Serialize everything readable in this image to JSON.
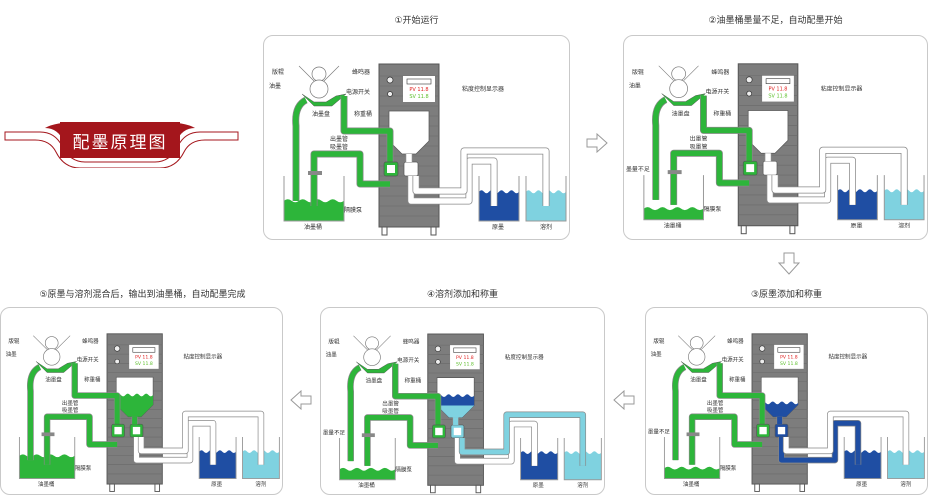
{
  "banner": {
    "title": "配墨原理图",
    "color": "#a4161c"
  },
  "colors": {
    "ink_green": "#2db53a",
    "raw_ink_blue": "#1f4ea3",
    "solvent_cyan": "#7fd2e0",
    "cabinet_gray": "#7d7d7d",
    "pv_red": "#e02020",
    "sv_green": "#5cbf2a"
  },
  "labels": {
    "plate_roller": "版辊",
    "ink": "油墨",
    "ink_tray": "油墨盘",
    "buzzer": "蜂鸣器",
    "power_switch": "电源开关",
    "viscosity_display": "粘度控制显示器",
    "weighing_bucket": "称重桶",
    "outlet_pipe": "出墨管",
    "suction_pipe": "吸墨管",
    "ink_low": "墨量不足",
    "diaphragm_pump": "隔膜泵",
    "ink_bucket": "油墨桶",
    "raw_ink": "原墨",
    "solvent": "溶剂",
    "pv": "PV 11.8",
    "sv": "SV 11.8"
  },
  "steps": [
    {
      "title": "①开始运行",
      "show_ink_low": false,
      "state": "running"
    },
    {
      "title": "②油墨桶墨量不足，自动配墨开始",
      "show_ink_low": true,
      "state": "low"
    },
    {
      "title": "③原墨添加和称重",
      "show_ink_low": true,
      "state": "raw"
    },
    {
      "title": "④溶剂添加和称重",
      "show_ink_low": true,
      "state": "solvent"
    },
    {
      "title": "⑤原墨与溶剂混合后，输出到油墨桶，自动配墨完成",
      "show_ink_low": false,
      "state": "done"
    }
  ],
  "flow_arrows": [
    "arrow-right",
    "arrow-down",
    "arrow-left",
    "arrow-left"
  ]
}
